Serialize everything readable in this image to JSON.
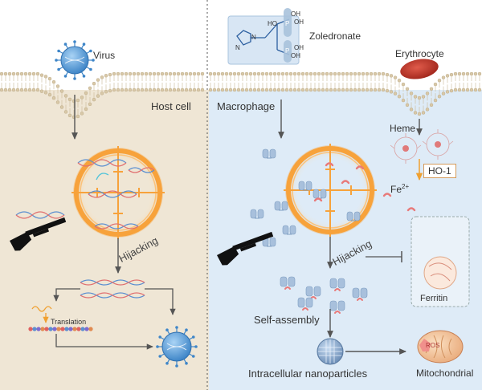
{
  "labels": {
    "virus": "Virus",
    "zoledronate": "Zoledronate",
    "erythrocyte": "Erythrocyte",
    "host_cell": "Host cell",
    "macrophage": "Macrophage",
    "heme": "Heme",
    "ho1": "HO-1",
    "fe": "Fe",
    "fe_sup": "2+",
    "hijacking_left": "Hijacking",
    "hijacking_right": "Hijacking",
    "translation": "Translation",
    "self_assembly": "Self-assembly",
    "ferritin": "Ferritin",
    "intracellular_nanoparticles": "Intracellular nanoparticles",
    "ros": "ROS",
    "mitochondrial": "Mitochondrial"
  },
  "chem": {
    "oh1": "OH",
    "oh2": "OH",
    "oh3": "OH",
    "oh4": "OH",
    "ho": "HO",
    "n1": "N",
    "n2": "N",
    "p1": "P",
    "p2": "P"
  },
  "colors": {
    "left_bg": "#efe6d5",
    "right_bg": "#deebf7",
    "target_orange": "#f7a23b",
    "virus_blue": "#5f9fd6",
    "erythrocyte_red": "#c0392b"
  }
}
